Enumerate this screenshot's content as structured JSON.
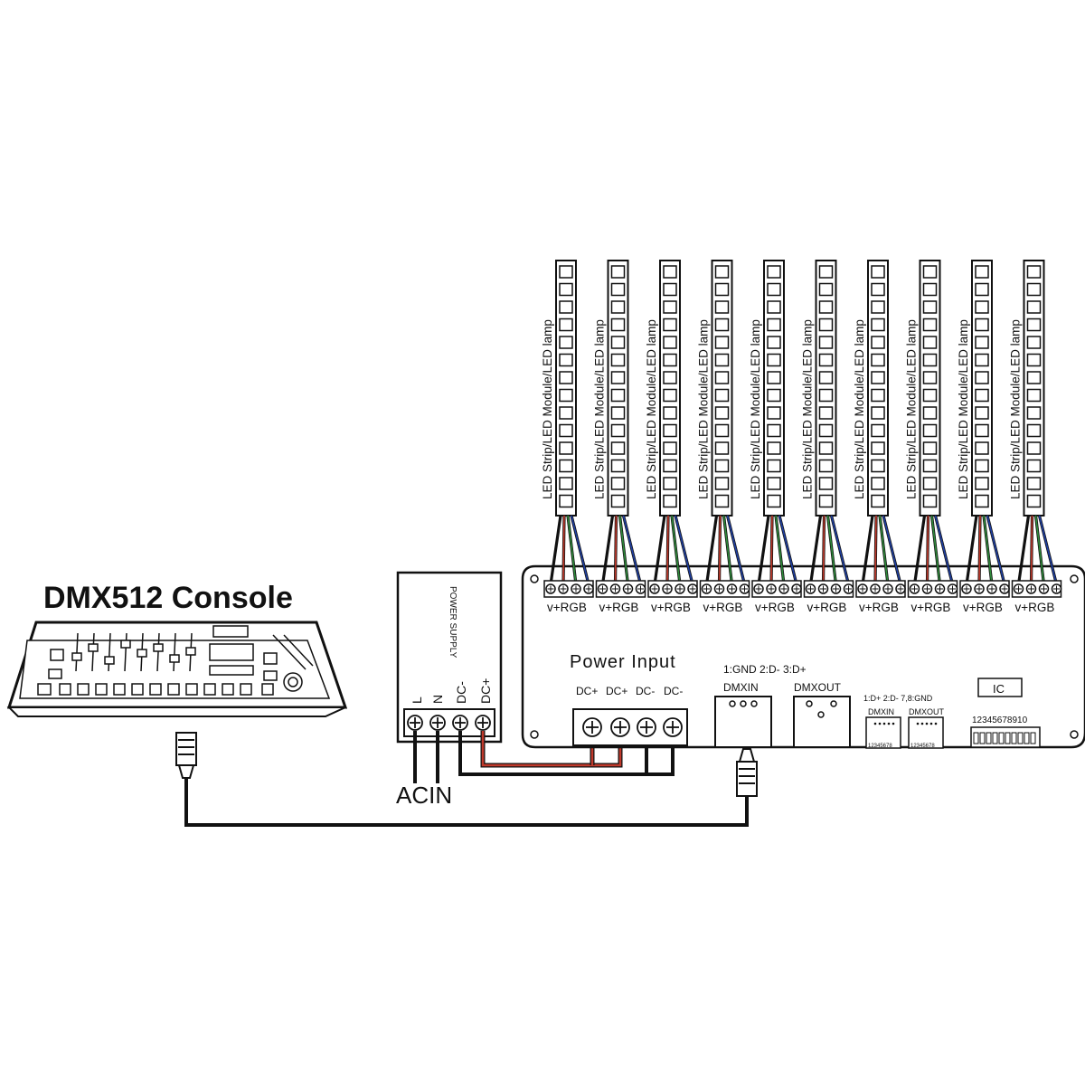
{
  "console": {
    "title": "DMX512 Console"
  },
  "led": {
    "label": "LED Strip/LED Module/LED lamp",
    "terminal_label": "v+RGB",
    "count": 10
  },
  "power_supply": {
    "label": "POWER SUPPLY",
    "terminals": [
      "L",
      "N",
      "DC-",
      "DC+"
    ],
    "ac_label": "ACIN"
  },
  "decoder": {
    "power_input_label": "Power Input",
    "power_terminals": [
      "DC+",
      "DC+",
      "DC-",
      "DC-"
    ],
    "xlr_pinout": "1:GND  2:D-  3:D+",
    "dmxin_label": "DMXIN",
    "dmxout_label": "DMXOUT",
    "rj45_pinout": "1:D+  2:D- 7,8:GND",
    "rj45_in_label": "DMXIN",
    "rj45_out_label": "DMXOUT",
    "rj45_pins": "12345678",
    "ic_label": "IC",
    "dip_numbers": "12345678910"
  },
  "colors": {
    "wire": "#111111",
    "red_wire": "#c0392b",
    "green_wire": "#2e8b3a",
    "blue_wire": "#1f3fa3"
  }
}
